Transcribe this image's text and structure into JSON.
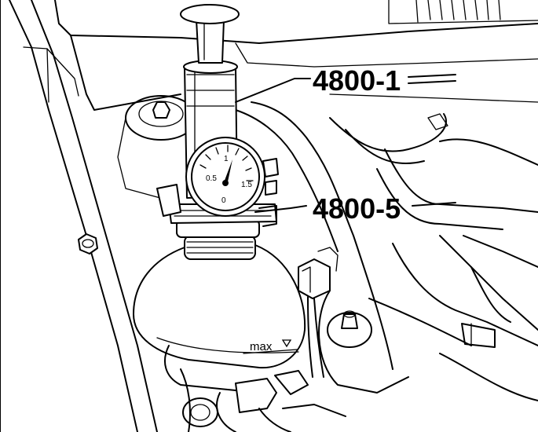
{
  "callouts": {
    "tester": "4800-1",
    "adapter": "4800-5"
  },
  "gauge": {
    "scale_0": "0",
    "scale_05": "0.5",
    "scale_1": "1",
    "scale_15": "1.5"
  },
  "reservoir": {
    "max_mark": "max"
  }
}
